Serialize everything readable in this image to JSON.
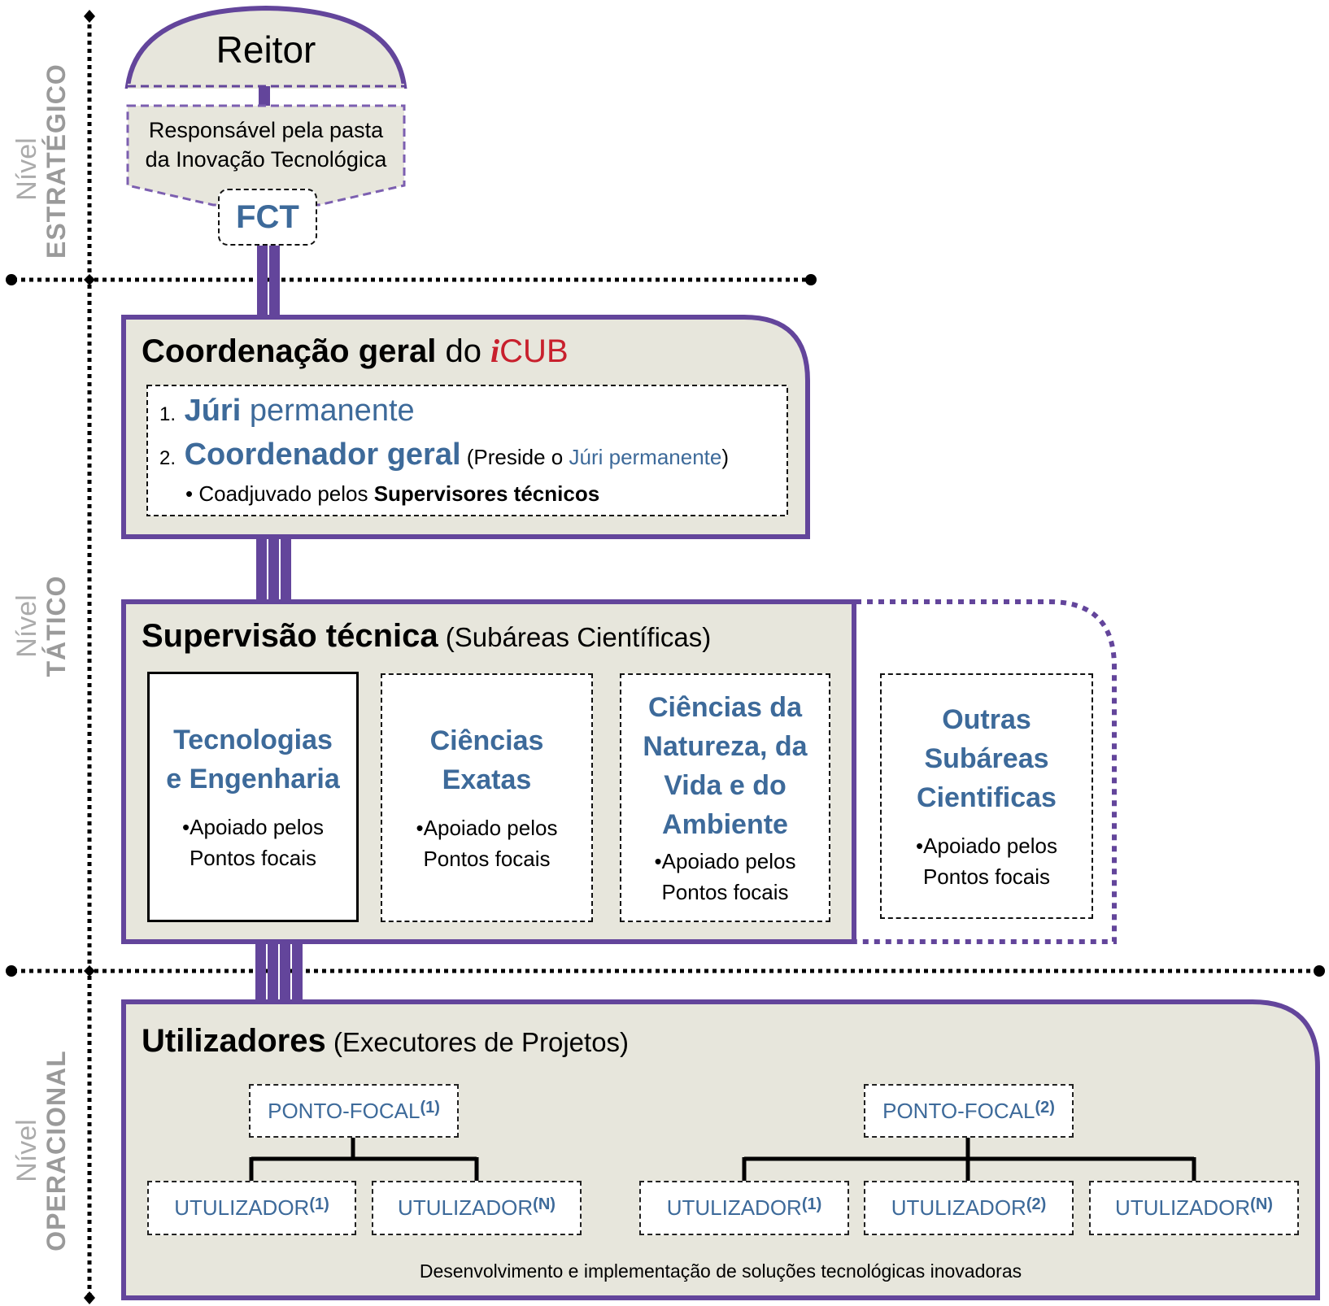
{
  "colors": {
    "frame_purple": "#63459b",
    "panel_fill": "#e7e6dc",
    "title_blue": "#3d6a9a",
    "brand_red": "#c8202d",
    "level_gray": "#a4a4a4"
  },
  "levels": [
    {
      "prefix": "Nível",
      "name": "ESTRATÉGICO"
    },
    {
      "prefix": "Nível",
      "name": "TÁTICO"
    },
    {
      "prefix": "Nível",
      "name": "OPERACIONAL"
    }
  ],
  "strategic": {
    "reitor": "Reitor",
    "responsavel_line1": "Responsável pela pasta",
    "responsavel_line2": "da Inovação Tecnológica",
    "fct": "FCT"
  },
  "coordination": {
    "title_bold": "Coordenação geral",
    "title_normal": " do ",
    "brand_i": "i",
    "brand_rest": "CUB",
    "items": [
      {
        "num": "1.",
        "bold": "Júri",
        "rest": " permanente"
      },
      {
        "num": "2.",
        "bold": "Coordenador geral",
        "paren_open": " (Preside o ",
        "paren_link": "Júri permanente",
        "paren_close": ")"
      }
    ],
    "bullet_prefix": "• Coadjuvado pelos ",
    "bullet_bold": "Supervisores técnicos"
  },
  "supervision": {
    "title_bold": "Supervisão técnica",
    "title_sub": " (Subáreas Científicas)",
    "areas": [
      {
        "title": [
          "Tecnologias",
          "e Engenharia"
        ],
        "note1": "•Apoiado pelos",
        "note2": "Pontos focais"
      },
      {
        "title": [
          "Ciências",
          "Exatas"
        ],
        "note1": "•Apoiado pelos",
        "note2": "Pontos focais"
      },
      {
        "title": [
          "Ciências da",
          "Natureza, da",
          "Vida e do",
          "Ambiente"
        ],
        "note1": "•Apoiado pelos",
        "note2": "Pontos focais"
      },
      {
        "title": [
          "Outras",
          "Subáreas",
          "Cientificas"
        ],
        "note1": "•Apoiado pelos",
        "note2": "Pontos focais"
      }
    ]
  },
  "users": {
    "title_bold": "Utilizadores",
    "title_sub": " (Executores de Projetos)",
    "groups": [
      {
        "focal": {
          "label": "PONTO-FOCAL",
          "sup": "(1)"
        },
        "users": [
          {
            "label": "UTULIZADOR",
            "sup": "(1)"
          },
          {
            "label": "UTULIZADOR",
            "sup": "(N)"
          }
        ]
      },
      {
        "focal": {
          "label": "PONTO-FOCAL",
          "sup": "(2)"
        },
        "users": [
          {
            "label": "UTULIZADOR",
            "sup": "(1)"
          },
          {
            "label": "UTULIZADOR",
            "sup": "(2)"
          },
          {
            "label": "UTULIZADOR",
            "sup": "(N)"
          }
        ]
      }
    ],
    "footer": "Desenvolvimento e implementação de soluções tecnológicas inovadoras"
  }
}
